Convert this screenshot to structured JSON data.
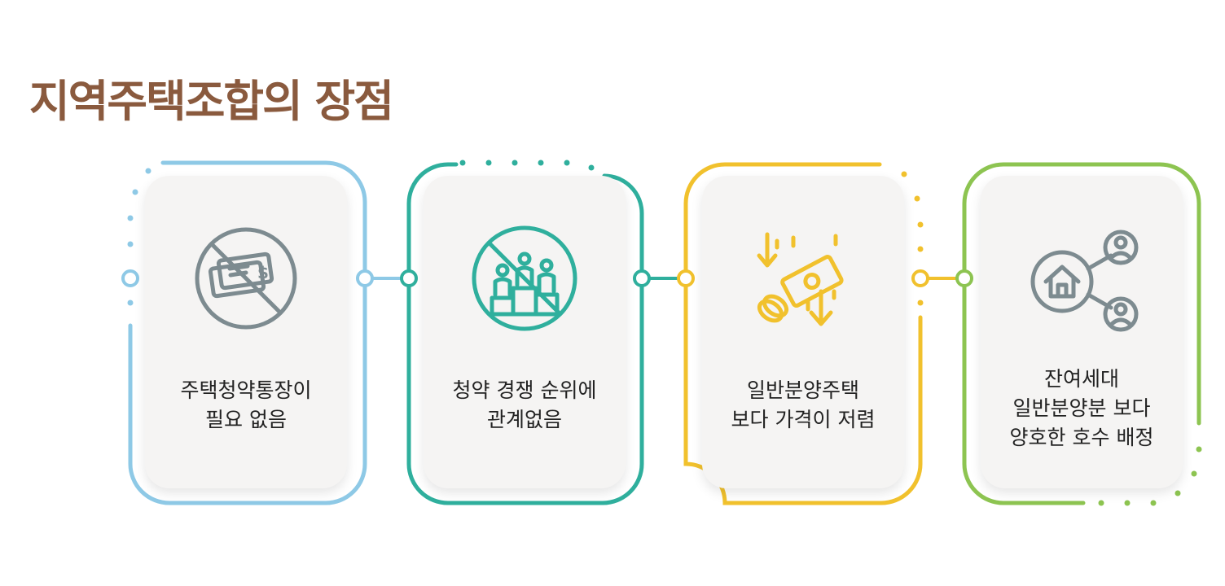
{
  "title": "지역주택조합의 장점",
  "colors": {
    "title": "#8a5a3e",
    "icon_gray": "#7d8b90",
    "blue": "#8ec9e6",
    "teal": "#2faf9d",
    "yellow": "#f1c12d",
    "green": "#8dc451"
  },
  "cards": [
    {
      "icon": "no-bankbook-icon",
      "lines": [
        "주택청약통장이",
        "필요 없음"
      ]
    },
    {
      "icon": "no-ranking-icon",
      "lines": [
        "청약 경쟁 순위에",
        "관계없음"
      ]
    },
    {
      "icon": "falling-price-money-icon",
      "lines": [
        "일반분양주택",
        "보다 가격이 저렴"
      ]
    },
    {
      "icon": "house-people-network-icon",
      "lines": [
        "잔여세대",
        "일반분양분 보다",
        "양호한 호수 배정"
      ]
    }
  ]
}
